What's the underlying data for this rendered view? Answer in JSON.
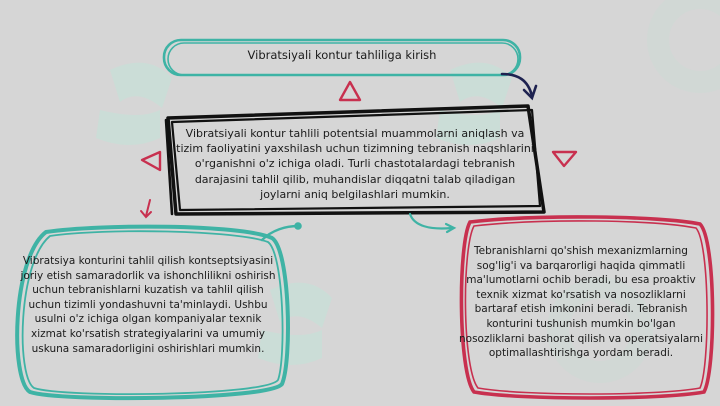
{
  "diagram": {
    "title": "Vibratsiyali kontur tahliliga kirish",
    "center_box": "Vibratsiyali kontur tahlili potentsial muammolarni aniqlash va tizim faoliyatini yaxshilash uchun tizimning tebranish naqshlarini o'rganishni o'z ichiga oladi. Turli chastotalardagi tebranish darajasini tahlil qilib, muhandislar diqqatni talab qiladigan joylarni aniq belgilashlari mumkin.",
    "left_box": "Vibratsiya konturini tahlil qilish kontseptsiyasini joriy etish samaradorlik va ishonchlilikni oshirish uchun tebranishlarni kuzatish va tahlil qilish uchun tizimli yondashuvni ta'minlaydi. Ushbu usulni o'z ichiga olgan kompaniyalar texnik xizmat ko'rsatish strategiyalarini va umumiy uskuna samaradorligini oshirishlari mumkin.",
    "right_box": "Tebranishlarni qo'shish mexanizmlarning sog'lig'i va barqarorligi haqida qimmatli ma'lumotlarni ochib beradi, bu esa proaktiv texnik xizmat ko'rsatish va nosozliklarni bartaraf etish imkonini beradi. Tebranish konturini tushunish mumkin bo'lgan nosozliklarni bashorat qilish va operatsiyalarni optimallashtirishga yordam beradi."
  },
  "colors": {
    "background": "#d6d6d6",
    "teal": "#3fb3a5",
    "crimson": "#c8304f",
    "navy": "#1e2250",
    "ink": "#111111",
    "watermark": "#b8ded2"
  }
}
